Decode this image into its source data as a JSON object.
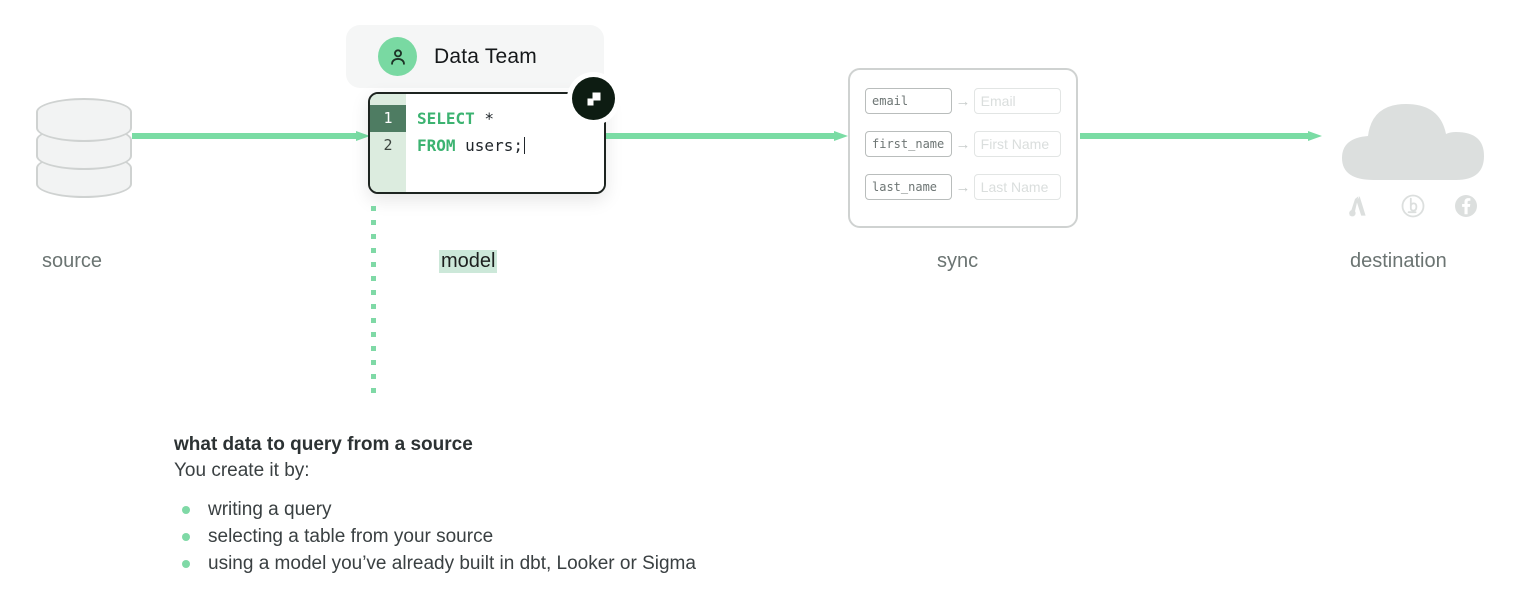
{
  "diagram": {
    "stages": [
      {
        "key": "source",
        "label": "source"
      },
      {
        "key": "model",
        "label": "model"
      },
      {
        "key": "sync",
        "label": "sync"
      },
      {
        "key": "destination",
        "label": "destination"
      }
    ],
    "accent_color": "#7adca4",
    "highlight_color": "#cce8d9",
    "muted_color": "#6b7472"
  },
  "data_team": {
    "label": "Data Team",
    "avatar_icon": "user-icon",
    "avatar_color": "#79d9a2"
  },
  "editor": {
    "badge_icon": "hightouch-logo-icon",
    "badge_color": "#0d1c12",
    "gutter": [
      "1",
      "2"
    ],
    "active_line": 1,
    "lines": [
      {
        "keyword": "SELECT",
        "rest": " *"
      },
      {
        "keyword": "FROM",
        "rest": " users;"
      }
    ],
    "keyword_color": "#3cb371"
  },
  "sync": {
    "mappings": [
      {
        "source_field": "email",
        "destination_field": "Email"
      },
      {
        "source_field": "first_name",
        "destination_field": "First Name"
      },
      {
        "source_field": "last_name",
        "destination_field": "Last Name"
      }
    ],
    "arrow_glyph": "→"
  },
  "destination": {
    "cloud_icon": "cloud-icon",
    "platform_icons": [
      "google-ads-icon",
      "braze-icon",
      "facebook-icon"
    ],
    "icon_color": "#dcdfde"
  },
  "description": {
    "title": "what data to query from a source",
    "subtitle": "You create it by:",
    "items": [
      "writing a query",
      "selecting a table from your source",
      "using a model you’ve already built in dbt, Looker or Sigma"
    ]
  }
}
